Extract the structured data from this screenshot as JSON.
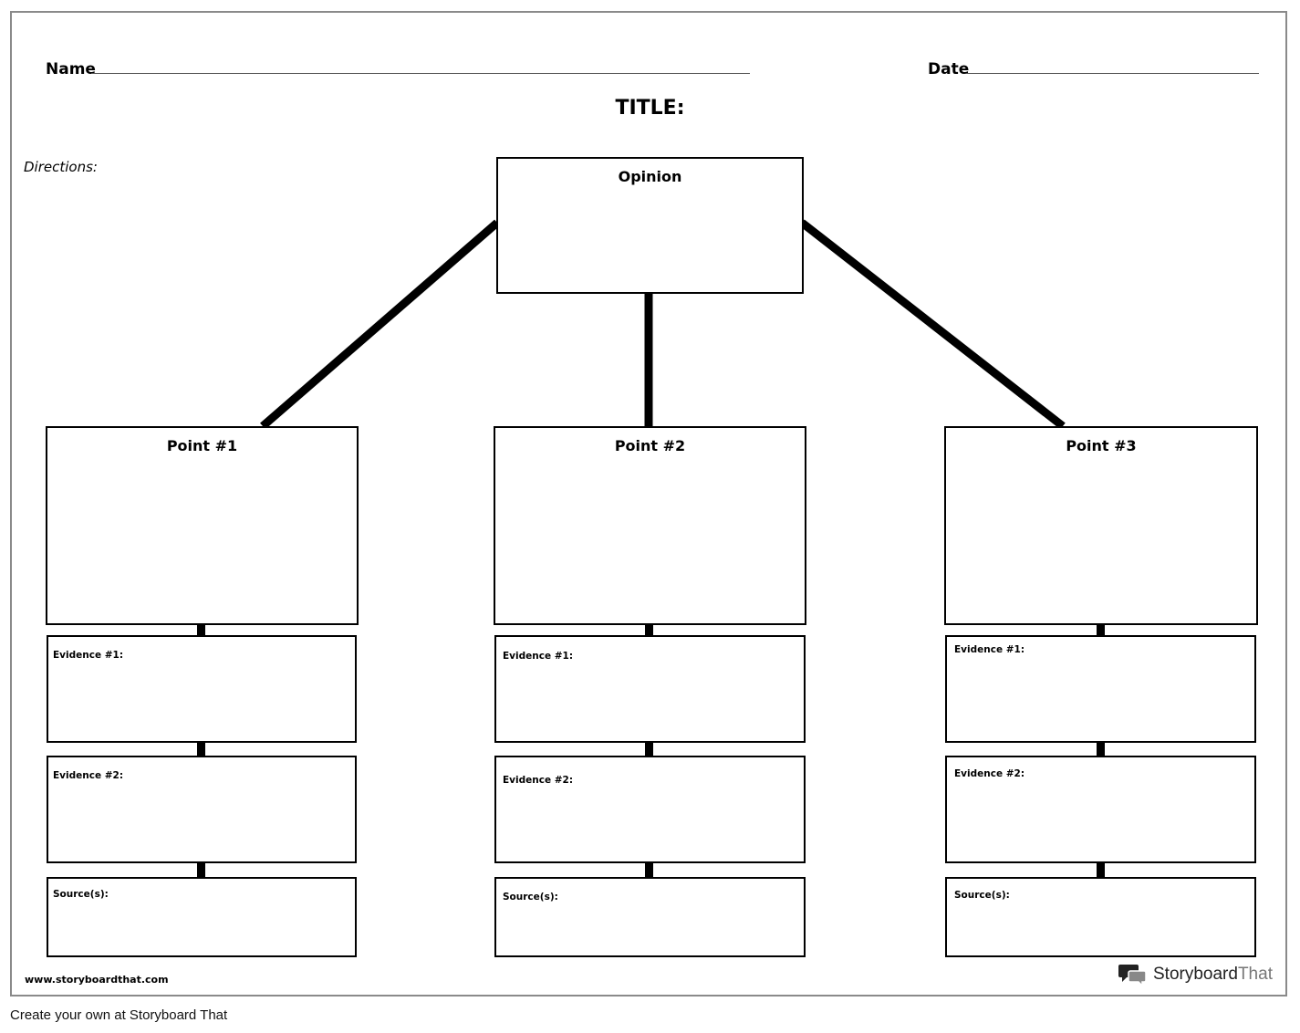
{
  "header": {
    "name_label": "Name",
    "date_label": "Date",
    "title": "TITLE:",
    "directions": "Directions:"
  },
  "opinion": {
    "label": "Opinion"
  },
  "columns": [
    {
      "point": "Point #1",
      "evidence1": "Evidence #1:",
      "evidence2": "Evidence #2:",
      "sources": "Source(s):"
    },
    {
      "point": "Point #2",
      "evidence1": "Evidence #1:",
      "evidence2": "Evidence #2:",
      "sources": "Source(s):"
    },
    {
      "point": "Point #3",
      "evidence1": "Evidence #1:",
      "evidence2": "Evidence #2:",
      "sources": "Source(s):"
    }
  ],
  "branding": {
    "url": "www.storyboardthat.com",
    "logo_bold": "Storyboard",
    "logo_light": "That",
    "footer": "Create your own at Storyboard That"
  }
}
